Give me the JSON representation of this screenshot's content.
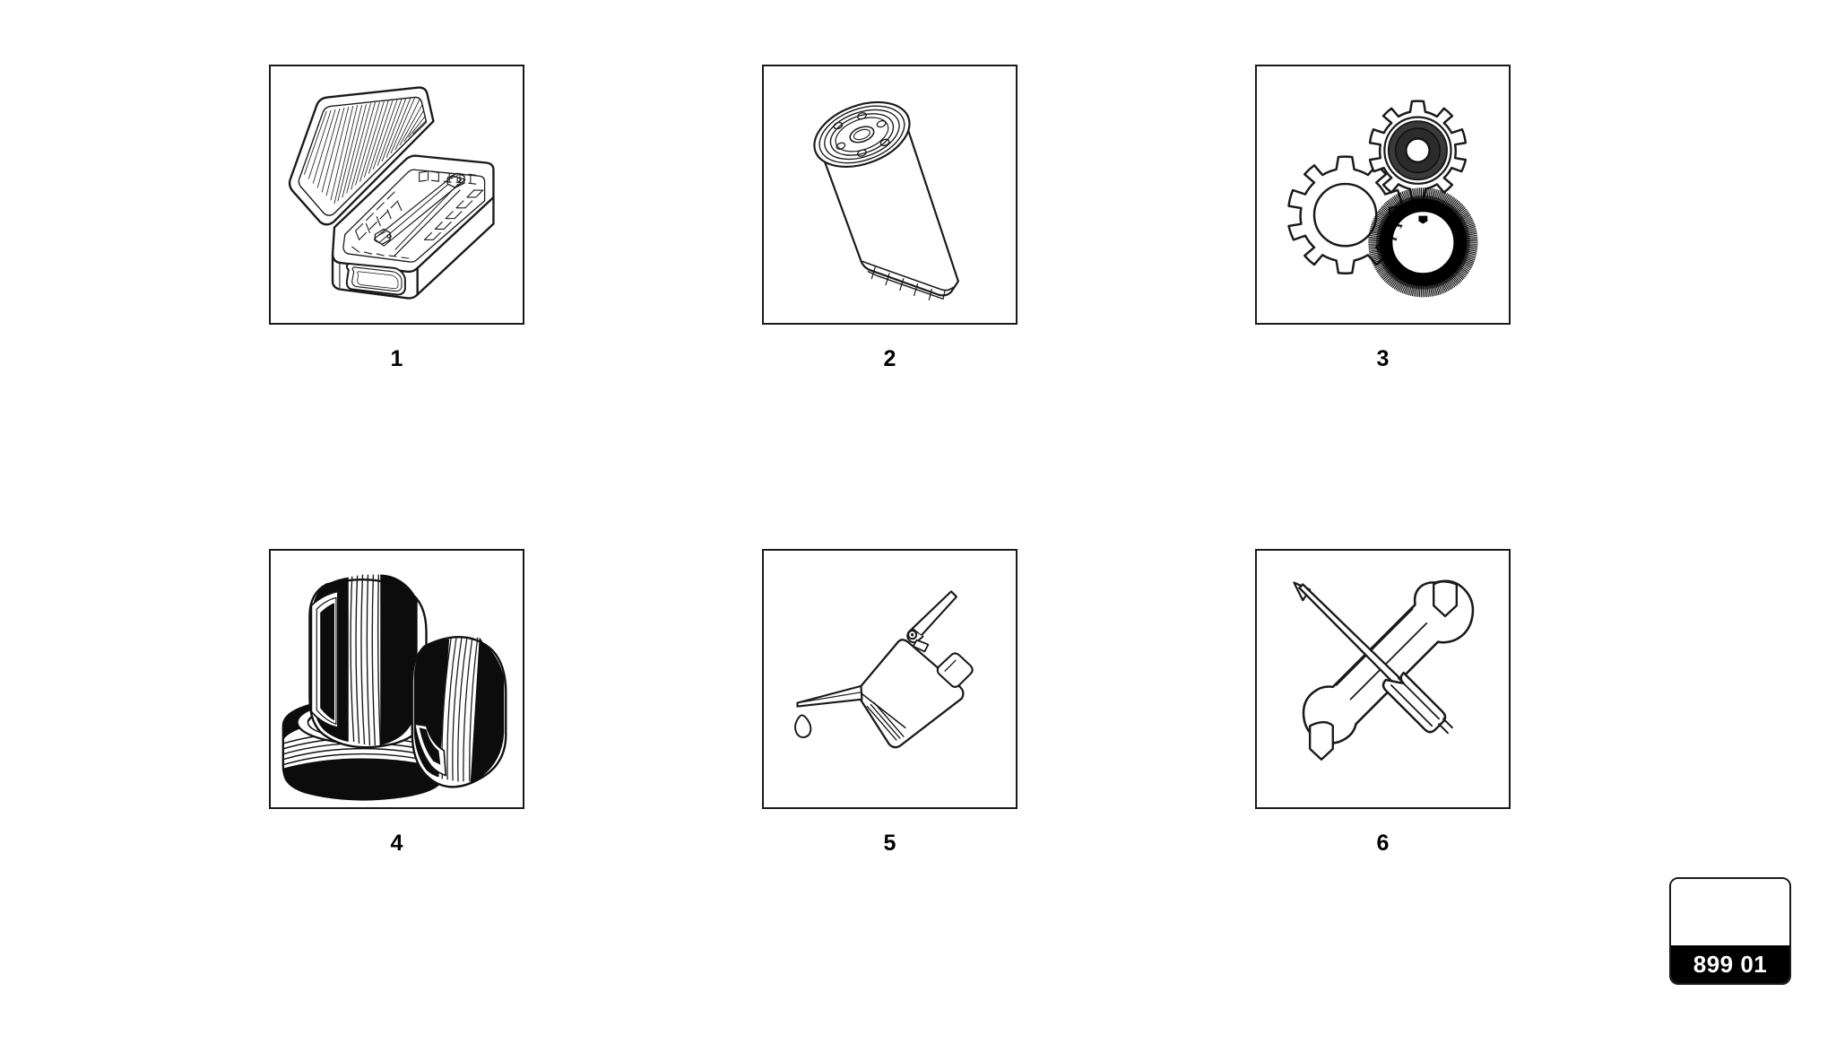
{
  "page": {
    "background_color": "#ffffff",
    "line_color": "#1a1a1a",
    "grid_rows": 2,
    "grid_columns": 3
  },
  "panels": [
    {
      "number": "1",
      "icon_name": "cabin-air-filter-icon",
      "subject": "cabin air filter element and housing box",
      "row": 0,
      "column": 0
    },
    {
      "number": "2",
      "icon_name": "oil-filter-canister-icon",
      "subject": "spin-on oil filter cartridge",
      "row": 0,
      "column": 1
    },
    {
      "number": "3",
      "icon_name": "gears-and-brush-icon",
      "subject": "two gear wheels and a bristle brush ring",
      "row": 0,
      "column": 2
    },
    {
      "number": "4",
      "icon_name": "stacked-tires-icon",
      "subject": "three stacked tires",
      "row": 1,
      "column": 0
    },
    {
      "number": "5",
      "icon_name": "oil-can-icon",
      "subject": "oil can with spout and falling drip",
      "row": 1,
      "column": 1
    },
    {
      "number": "6",
      "icon_name": "wrench-screwdriver-icon",
      "subject": "crossed wrench and screwdriver",
      "row": 1,
      "column": 2
    }
  ],
  "code_tag": {
    "name": "diagram-code-tag",
    "code": "899 01",
    "band_color": "#000000",
    "text_color": "#ffffff"
  }
}
